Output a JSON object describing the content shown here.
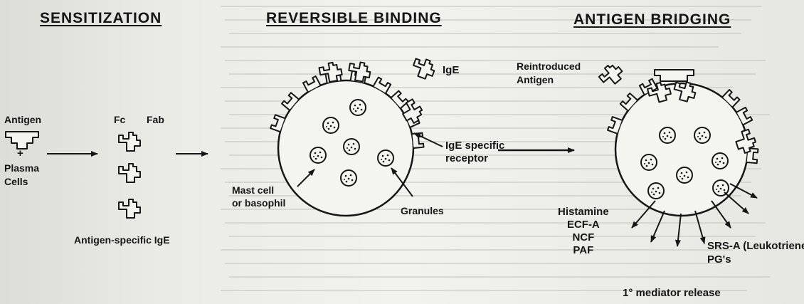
{
  "headings": {
    "sensitization": "SENSITIZATION",
    "reversible": "REVERSIBLE BINDING",
    "bridging": "ANTIGEN BRIDGING"
  },
  "labels": {
    "antigen": "Antigen",
    "plus": "+",
    "plasma_cells": "Plasma\nCells",
    "fc": "Fc",
    "fab": "Fab",
    "antigen_specific_ige": "Antigen-specific IgE",
    "ige": "IgE",
    "ige_receptor": "IgE specific\nreceptor",
    "mast_cell": "Mast cell\nor basophil",
    "granules": "Granules",
    "reintroduced_antigen": "Reintroduced\nAntigen",
    "mediators": "Histamine\nECF-A\nNCF\nPAF",
    "srs_a": "SRS-A (Leukotrienes)\nPG's",
    "primary_release": "1° mediator release"
  },
  "colors": {
    "ink": "#161616",
    "paper": "#f0f0ec"
  }
}
